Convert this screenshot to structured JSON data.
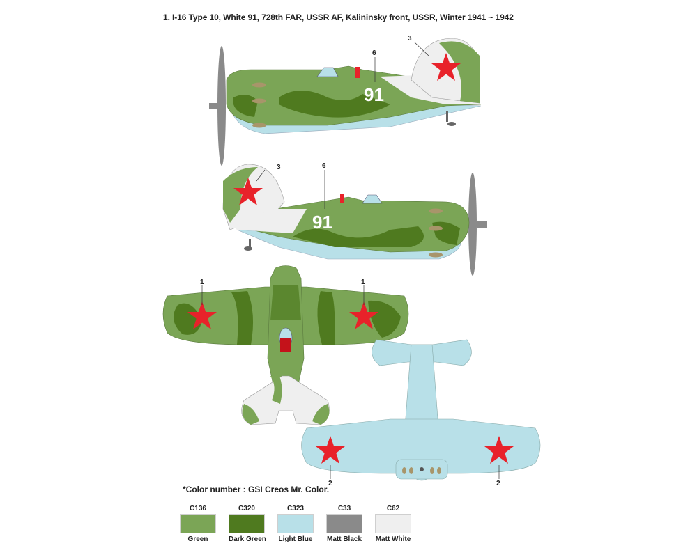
{
  "title": "1. I-16 Type 10, White 91, 728th FAR, USSR AF, Kalininsky front, USSR, Winter 1941 ~ 1942",
  "fuselage_number": "91",
  "callouts": {
    "tail_insignia": "3",
    "fuselage_number": "6",
    "upper_wing_star": "1",
    "lower_wing_star": "2"
  },
  "color_note": "*Color number : GSI Creos Mr. Color.",
  "colors": [
    {
      "code": "C136",
      "name": "Green",
      "hex": "#7ba556"
    },
    {
      "code": "C320",
      "name": "Dark Green",
      "hex": "#4f7a1f"
    },
    {
      "code": "C323",
      "name": "Light Blue",
      "hex": "#b8e0e8"
    },
    {
      "code": "C33",
      "name": "Matt Black",
      "hex": "#8a8a8a"
    },
    {
      "code": "C62",
      "name": "Matt White",
      "hex": "#efefef"
    }
  ],
  "insignia_color": "#e8222a"
}
